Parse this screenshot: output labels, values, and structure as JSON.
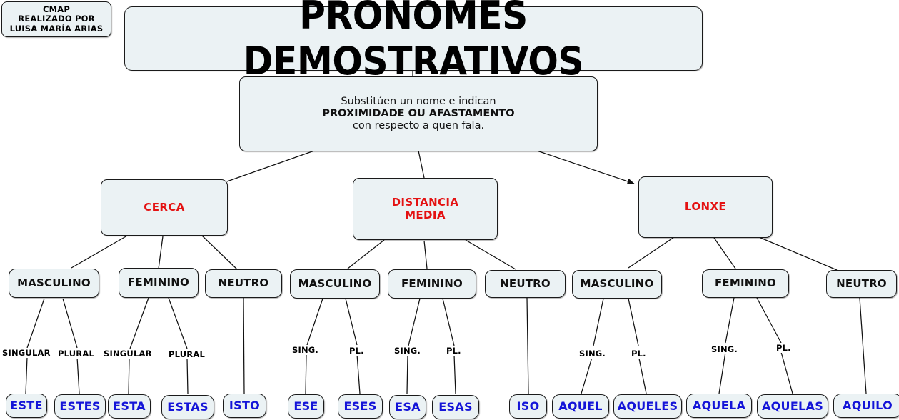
{
  "credit": {
    "line1": "CMAP",
    "line2": "REALIZADO POR",
    "line3": "LUISA MARÍA ARIAS"
  },
  "title": "PRONOMES DEMOSTRATIVOS",
  "description": {
    "line1": "Substitúen un nome e indican",
    "line2": "PROXIMIDADE OU AFASTAMENTO",
    "line3": "con respecto a quen fala."
  },
  "colors": {
    "box_fill": "#ebf2f4",
    "box_border": "#1a1a1a",
    "category_text": "#e41212",
    "pronoun_text": "#1414d8",
    "gender_text": "#111111"
  },
  "categories": [
    {
      "id": "cerca",
      "label": "CERCA"
    },
    {
      "id": "distancia-media",
      "label": "DISTANCIA\nMEDIA",
      "label_line1": "DISTANCIA",
      "label_line2": "MEDIA"
    },
    {
      "id": "lonxe",
      "label": "LONXE"
    }
  ],
  "genders": {
    "masculino": "MASCULINO",
    "feminino": "FEMININO",
    "neutro": "NEUTRO"
  },
  "number_labels": {
    "singular_full": "SINGULAR",
    "plural_full": "PLURAL",
    "singular_abbr": "SING.",
    "plural_abbr": "PL."
  },
  "pronouns": {
    "cerca": {
      "masculino_singular": "ESTE",
      "masculino_plural": "ESTES",
      "feminino_singular": "ESTA",
      "feminino_plural": "ESTAS",
      "neutro": "ISTO"
    },
    "distancia_media": {
      "masculino_singular": "ESE",
      "masculino_plural": "ESES",
      "feminino_singular": "ESA",
      "feminino_plural": "ESAS",
      "neutro": "ISO"
    },
    "lonxe": {
      "masculino_singular": "AQUEL",
      "masculino_plural": "AQUELES",
      "feminino_singular": "AQUELA",
      "feminino_plural": "AQUELAS",
      "neutro": "AQUILO"
    }
  }
}
